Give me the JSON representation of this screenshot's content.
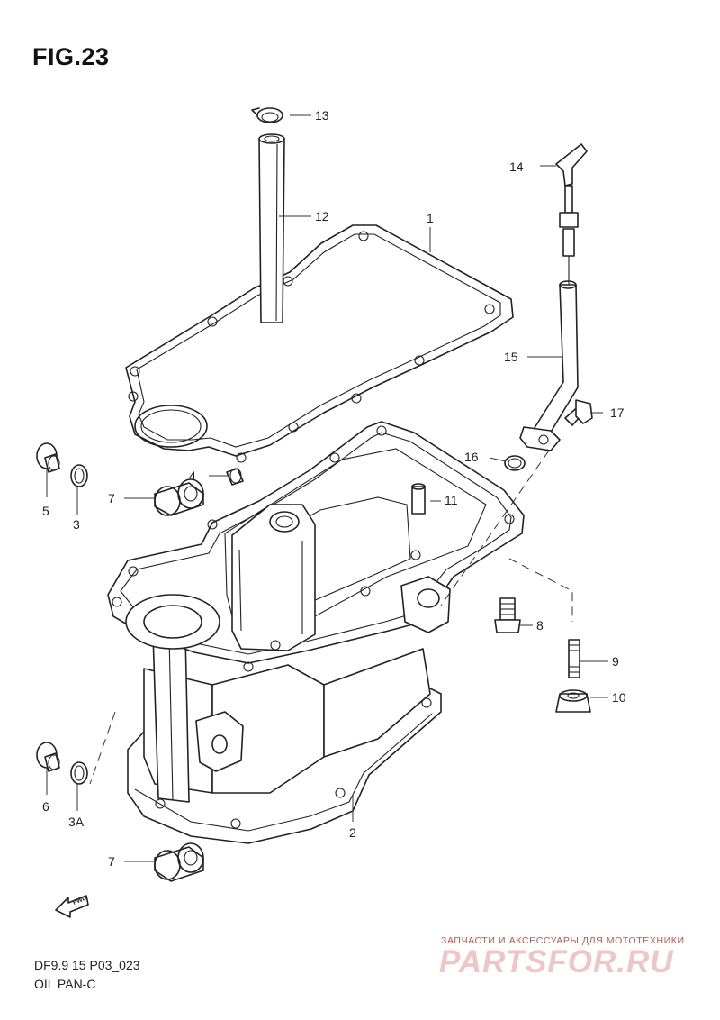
{
  "figure": {
    "title": "FIG.23",
    "model_code": "DF9.9 15 P03_023",
    "name": "OIL PAN-C"
  },
  "fwd_label": "FWD",
  "watermark": {
    "tagline": "ЗАПЧАСТИ И АКСЕССУАРЫ ДЛЯ МОТОТЕХНИКИ",
    "logo": "PARTSFOR.RU"
  },
  "callouts": [
    {
      "id": "c1",
      "label": "1"
    },
    {
      "id": "c2",
      "label": "2"
    },
    {
      "id": "c3",
      "label": "3"
    },
    {
      "id": "c3a",
      "label": "3A"
    },
    {
      "id": "c4",
      "label": "4"
    },
    {
      "id": "c5",
      "label": "5"
    },
    {
      "id": "c6",
      "label": "6"
    },
    {
      "id": "c7a",
      "label": "7"
    },
    {
      "id": "c7b",
      "label": "7"
    },
    {
      "id": "c8",
      "label": "8"
    },
    {
      "id": "c9",
      "label": "9"
    },
    {
      "id": "c10",
      "label": "10"
    },
    {
      "id": "c11",
      "label": "11"
    },
    {
      "id": "c12",
      "label": "12"
    },
    {
      "id": "c13",
      "label": "13"
    },
    {
      "id": "c14",
      "label": "14"
    },
    {
      "id": "c15",
      "label": "15"
    },
    {
      "id": "c16",
      "label": "16"
    },
    {
      "id": "c17",
      "label": "17"
    }
  ]
}
